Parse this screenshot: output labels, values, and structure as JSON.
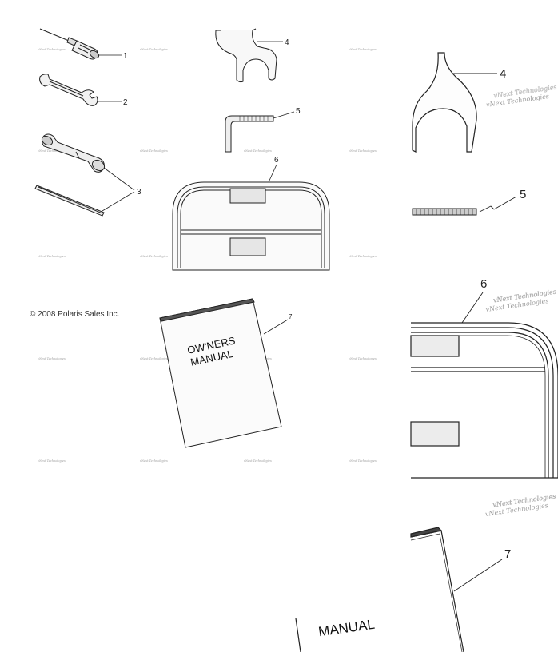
{
  "copyright": "© 2008 Polaris Sales Inc.",
  "watermark": "vNext Technologies",
  "manual": {
    "line1": "OW'NERS",
    "line2": "MANUAL",
    "zoom_fragment": "MANUAL"
  },
  "callouts": {
    "c1": "1",
    "c2": "2",
    "c3": "3",
    "c4": "4",
    "c5": "5",
    "c6": "6",
    "c7": "7",
    "z4": "4",
    "z5": "5",
    "z6": "6",
    "z7": "7"
  },
  "parts": [
    {
      "number": "1",
      "icon": "screwdriver-icon"
    },
    {
      "number": "2",
      "icon": "open-end-wrench-icon"
    },
    {
      "number": "3",
      "icon": "spark-plug-socket-and-bar-icon"
    },
    {
      "number": "4",
      "icon": "spanner-wrench-icon"
    },
    {
      "number": "5",
      "icon": "hex-key-icon"
    },
    {
      "number": "6",
      "icon": "tool-pouch-icon"
    },
    {
      "number": "7",
      "icon": "owners-manual-icon"
    }
  ]
}
